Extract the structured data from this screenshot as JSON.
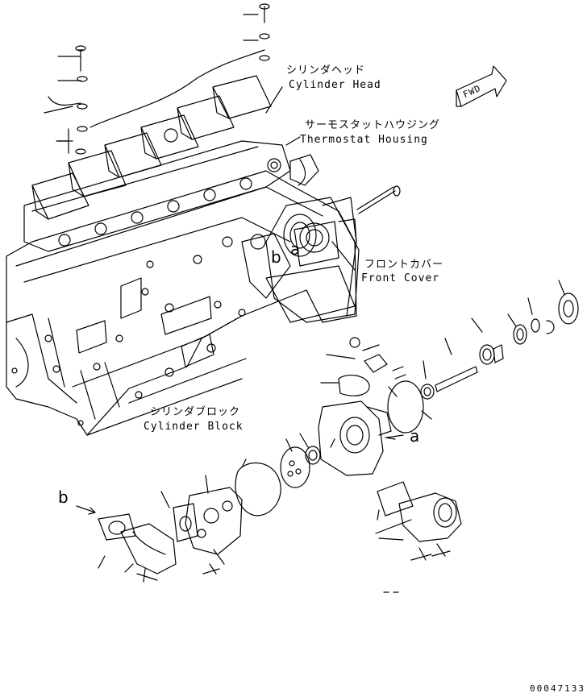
{
  "labels": {
    "cylinder_head_jp": "シリンダヘッド",
    "cylinder_head_en": "Cylinder Head",
    "thermostat_jp": "サーモスタットハウジング",
    "thermostat_en": "Thermostat Housing",
    "front_cover_jp": "フロントカバー",
    "front_cover_en": "Front Cover",
    "cylinder_block_jp": "シリンダブロック",
    "cylinder_block_en": "Cylinder Block",
    "fwd": "FWD",
    "ref_a": "a",
    "ref_b": "b"
  },
  "drawing_code": "00047133"
}
